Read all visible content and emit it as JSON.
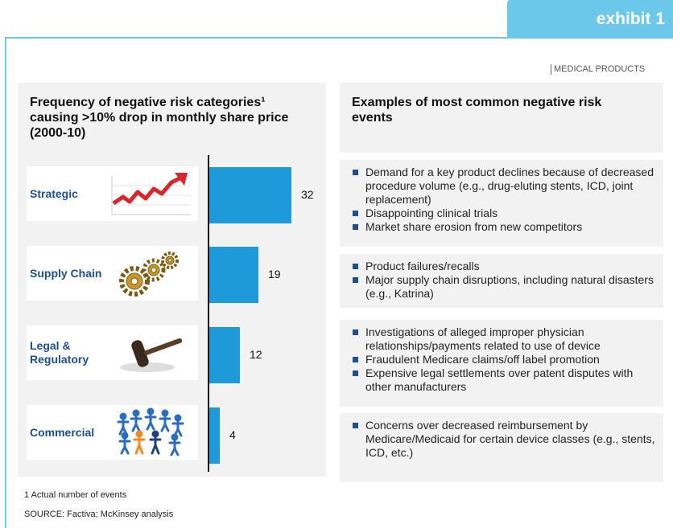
{
  "exhibit_label": "exhibit 1",
  "section_label": "MEDICAL PRODUCTS",
  "left_title": "Frequency of negative risk categories¹ causing >10% drop in monthly share price (2000-10)",
  "right_title": "Examples of most common negative risk events",
  "chart_data": {
    "type": "bar",
    "orientation": "horizontal",
    "title": "Frequency of negative risk categories¹ causing >10% drop in monthly share price (2000-10)",
    "categories": [
      "Strategic",
      "Supply Chain",
      "Legal & Regulatory",
      "Commercial"
    ],
    "values": [
      32,
      19,
      12,
      4
    ],
    "xlim": [
      0,
      35
    ],
    "grid": false,
    "bar_color": "#1e9ad9"
  },
  "categories": [
    {
      "label": "Strategic",
      "icon": "rising-chart-icon",
      "value": "32"
    },
    {
      "label": "Supply Chain",
      "icon": "gears-icon",
      "value": "19"
    },
    {
      "label": "Legal & Regulatory",
      "icon": "gavel-icon",
      "value": "12"
    },
    {
      "label": "Commercial",
      "icon": "people-circle-icon",
      "value": "4"
    }
  ],
  "examples": [
    {
      "items": [
        "Demand for a key product declines because of decreased procedure volume (e.g., drug-eluting stents, ICD, joint replacement)",
        "Disappointing clinical trials",
        "Market share erosion from new competitors"
      ]
    },
    {
      "items": [
        "Product failures/recalls",
        "Major supply chain disruptions, including natural disasters (e.g., Katrina)"
      ]
    },
    {
      "items": [
        "Investigations of alleged improper physician relationships/payments related to use of device",
        "Fraudulent Medicare claims/off label promotion",
        "Expensive legal settlements over patent disputes with other manufacturers"
      ]
    },
    {
      "items": [
        "Concerns over decreased reimbursement by Medicare/Medicaid for certain device classes (e.g., stents, ICD, etc.)"
      ]
    }
  ],
  "footnote": "1 Actual number of events",
  "source": "SOURCE: Factiva; McKinsey analysis",
  "colors": {
    "accent": "#6cc8ea",
    "bar": "#1e9ad9",
    "label": "#1d4f8f",
    "panel": "#f2f2f2"
  }
}
